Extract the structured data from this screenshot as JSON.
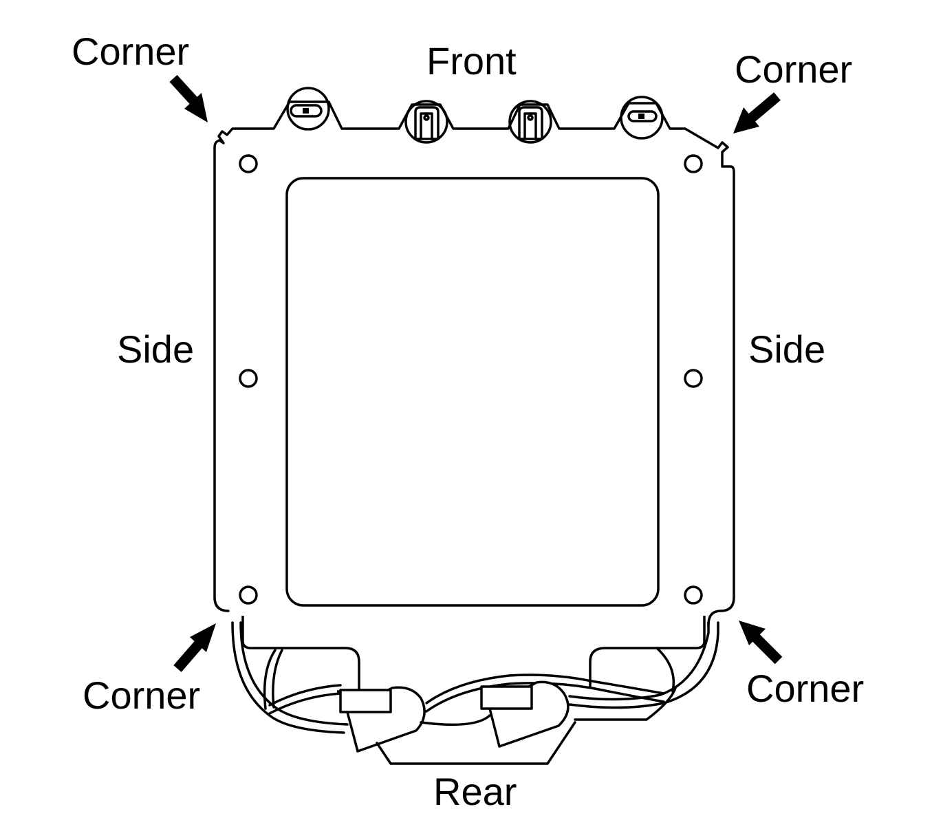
{
  "labels": {
    "front": "Front",
    "rear": "Rear",
    "side_left": "Side",
    "side_right": "Side",
    "corner_top_left": "Corner",
    "corner_top_right": "Corner",
    "corner_bottom_left": "Corner",
    "corner_bottom_right": "Corner"
  },
  "colors": {
    "line": "#000000",
    "background": "#ffffff"
  }
}
